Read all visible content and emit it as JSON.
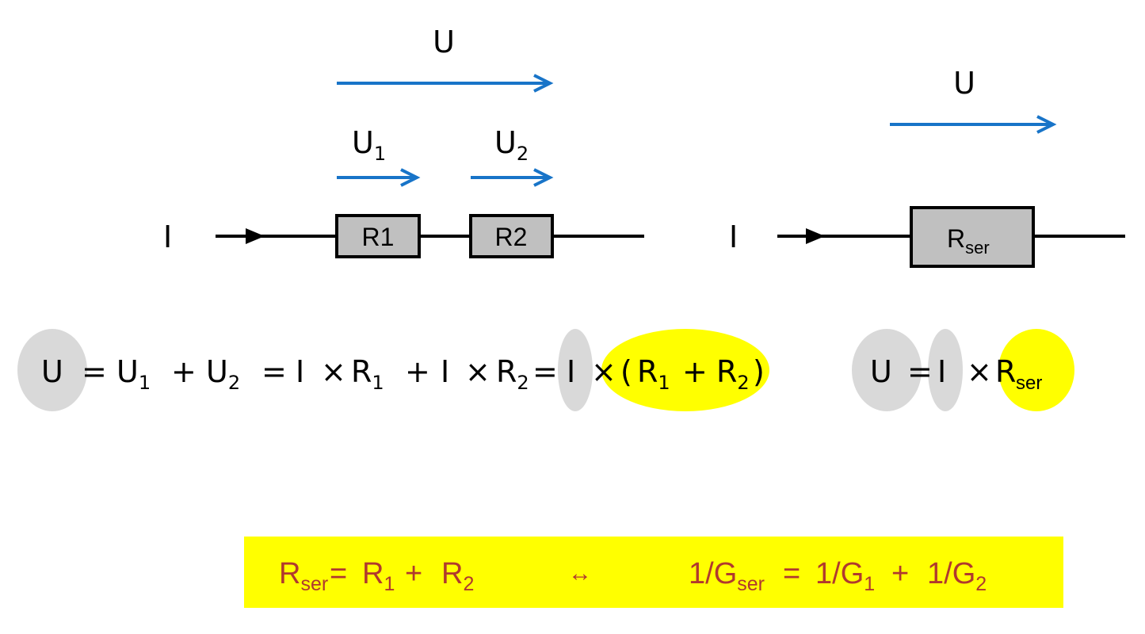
{
  "colors": {
    "voltage_arrow": "#1874C8",
    "wire": "#000000",
    "resistor_fill": "#C0C0C0",
    "highlight_gray": "#D9D9D9",
    "highlight_yellow": "#FFFF00",
    "formula_text": "#B0392E"
  },
  "series_circuit": {
    "total_voltage": "U",
    "u1_main": "U",
    "u1_sub": "1",
    "u2_main": "U",
    "u2_sub": "2",
    "current": "I",
    "r1_label": "R1",
    "r2_label": "R2"
  },
  "equivalent_circuit": {
    "voltage": "U",
    "current": "I",
    "r_main": "R",
    "r_sub": "ser"
  },
  "equation_left": {
    "u": "U",
    "eq1": "=",
    "u1": "U",
    "u1_sub": "1",
    "plus1": "+",
    "u2": "U",
    "u2_sub": "2",
    "eq2": "=",
    "i1": "I",
    "times1": "×",
    "r1": "R",
    "r1_sub": "1",
    "plus2": "+",
    "i2": "I",
    "times2": "×",
    "r2": "R",
    "r2_sub": "2",
    "eq3": "=",
    "i3": "I",
    "times3": "×",
    "lparen": "(",
    "r3": "R",
    "r3_sub": "1",
    "plus3": "+",
    "r4": "R",
    "r4_sub": "2",
    "rparen": ")"
  },
  "equation_right": {
    "u": "U",
    "eq": "=",
    "i": "I",
    "times": "×",
    "r": "R",
    "r_sub": "ser"
  },
  "formula_box": {
    "r": "R",
    "r_sub": "ser",
    "eq1": "=",
    "r1": "R",
    "r1_sub": "1",
    "plus1": "+",
    "r2": "R",
    "r2_sub": "2",
    "arrow": "↔",
    "g_prefix": "1/G",
    "g_sub": "ser",
    "eq2": "=",
    "g1_prefix": "1/G",
    "g1_sub": "1",
    "plus2": "+",
    "g2_prefix": "1/G",
    "g2_sub": "2"
  }
}
